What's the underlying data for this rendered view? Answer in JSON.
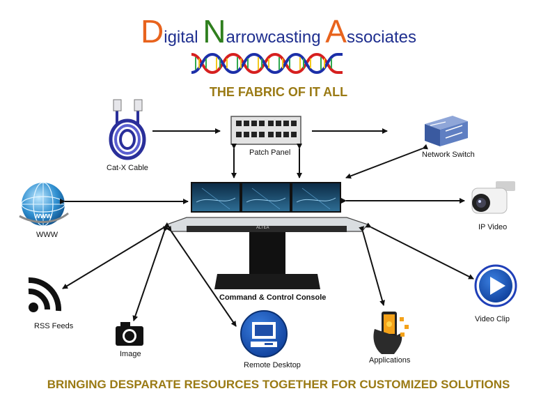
{
  "header": {
    "title_parts": [
      {
        "cap": "D",
        "rest": "igital "
      },
      {
        "cap": "N",
        "rest": "arrowcasting "
      },
      {
        "cap": "A",
        "rest": "ssociates"
      }
    ],
    "tagline": "THE FABRIC OF IT ALL"
  },
  "nodes": {
    "cat_cable": "Cat-X Cable",
    "patch_panel": "Patch Panel",
    "network_switch": "Network Switch",
    "www": "WWW",
    "ip_video": "IP Video",
    "console": "Command  & Control Console",
    "rss": "RSS Feeds",
    "image": "Image",
    "remote_desktop": "Remote Desktop",
    "applications": "Applications",
    "video_clip": "Video Clip"
  },
  "console_brand": "ALTEA",
  "footer": "BRINGING DESPARATE RESOURCES TOGETHER FOR CUSTOMIZED SOLUTIONS",
  "colors": {
    "orange": "#e8631d",
    "green": "#2f7f1e",
    "navy": "#1f2f8f",
    "gold": "#9a7a14",
    "dna_red": "#d6201f",
    "dna_blue": "#1c2fa8"
  }
}
